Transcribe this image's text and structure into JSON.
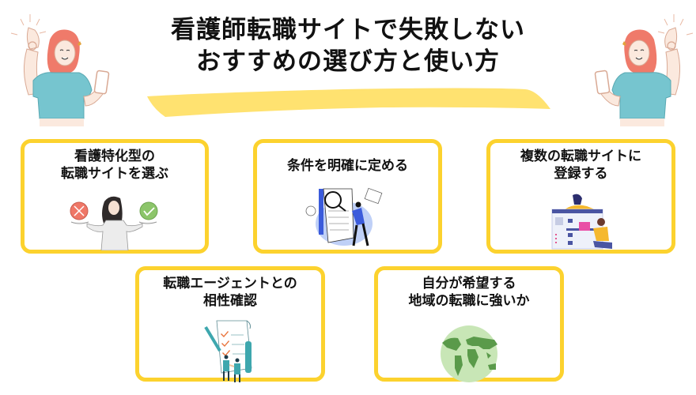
{
  "header": {
    "title_line1": "看護師転職サイトで失敗しない",
    "title_line2": "おすすめの選び方と使い方",
    "highlight_color": "#FFE270"
  },
  "colors": {
    "card_border": "#FCD22E",
    "text": "#111111"
  },
  "decorations": {
    "left_illustration": "woman-ok-gesture-with-phone",
    "right_illustration": "woman-ok-gesture-with-phone-mirrored"
  },
  "cards": [
    {
      "line1": "看護特化型の",
      "line2": "転職サイトを選ぶ",
      "illustration": "woman-choosing-x-or-check"
    },
    {
      "line1": "条件を明確に定める",
      "line2": "",
      "illustration": "person-magnifying-document"
    },
    {
      "line1": "複数の転職サイトに",
      "line2": "登録する",
      "illustration": "people-website-registration"
    },
    {
      "line1": "転職エージェントとの",
      "line2": "相性確認",
      "illustration": "handshake-checklist"
    },
    {
      "line1": "自分が希望する",
      "line2": "地域の転職に強いか",
      "illustration": "world-globe"
    }
  ]
}
